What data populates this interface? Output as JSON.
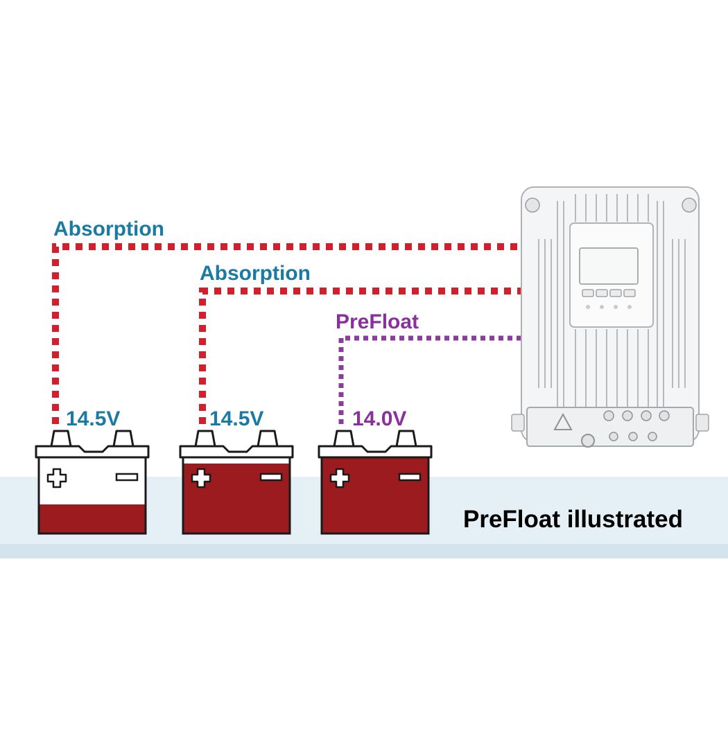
{
  "caption": "PreFloat illustrated",
  "colors": {
    "absorption_wire": "#d21f2b",
    "prefloat_wire": "#8e3ba0",
    "absorption_label": "#1b7aa3",
    "prefloat_label": "#8a2f9e",
    "battery_fill": "#9b1b1f",
    "ground_band": "#e4f0f5",
    "caption": "#000000"
  },
  "connections": [
    {
      "stage_label": "Absorption",
      "voltage_label": "14.5V",
      "wire": "absorption",
      "charge_level": 0.38
    },
    {
      "stage_label": "Absorption",
      "voltage_label": "14.5V",
      "wire": "absorption",
      "charge_level": 0.92
    },
    {
      "stage_label": "PreFloat",
      "voltage_label": "14.0V",
      "wire": "prefloat",
      "charge_level": 1.0
    }
  ],
  "icons": {
    "positive_terminal": "plus-icon",
    "negative_terminal": "minus-icon",
    "charger": "battery-charger-icon"
  }
}
